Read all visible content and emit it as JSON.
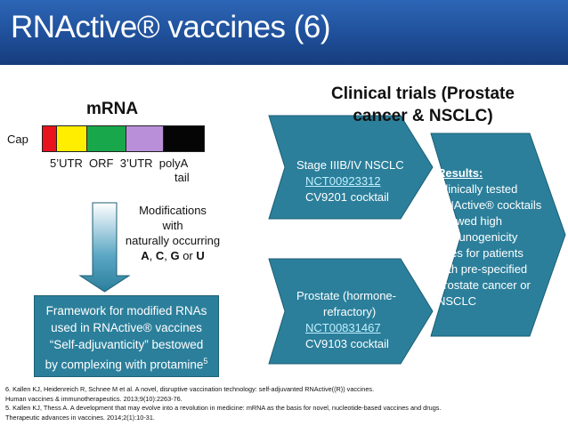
{
  "slide": {
    "title": "RNActive® vaccines (6)"
  },
  "mrna": {
    "label": "mRNA",
    "cap_label": "Cap",
    "segments": [
      {
        "name": "cap",
        "color": "#e8131d"
      },
      {
        "name": "5utr",
        "color": "#ffee00"
      },
      {
        "name": "orf",
        "color": "#18a84b"
      },
      {
        "name": "3utr",
        "color": "#b98fd9"
      },
      {
        "name": "polya",
        "color": "#050505"
      }
    ],
    "segment_labels": "5’UTR  ORF  3’UTR  polyA",
    "tail_label": "tail"
  },
  "modifications": {
    "line1": "Modifications",
    "line2": "with",
    "line3": "naturally occurring",
    "nuc_a": "A",
    "sep1": ", ",
    "nuc_c": "C",
    "sep2": ", ",
    "nuc_g": "G",
    "sep3": " or ",
    "nuc_u": "U"
  },
  "framework": {
    "line1": "Framework for modified RNAs",
    "line2": "used in RNActive® vaccines",
    "line3": "“Self-adjuvanticity” bestowed",
    "line4": "by complexing with protamine",
    "superscript": "5"
  },
  "clinical": {
    "title_line1": "Clinical trials (Prostate",
    "title_line2": "cancer & NSCLC)",
    "trial1": {
      "stage": "Stage IIIB/IV NSCLC",
      "id": "NCT00923312",
      "cocktail": "CV9201 cocktail"
    },
    "trial2": {
      "stage_line1": "Prostate (hormone-",
      "stage_line2": "refractory)",
      "id": "NCT00831467",
      "cocktail": "CV9103 cocktail"
    },
    "results": {
      "heading": "Results:",
      "body": "Clinically tested RNActive® cocktails showed high immunogenicity rates for patients with pre-specified prostate cancer or NSCLC"
    }
  },
  "colors": {
    "title_bar": "#1f4f99",
    "chevron": "#2b7f9b",
    "link": "#c0f0ff"
  },
  "references": {
    "line1": "6. Kallen KJ, Heidenreich R, Schnee M et al. A novel, disruptive vaccination technology: self-adjuvanted RNActive((R)) vaccines.",
    "line2": "Human vaccines & immunotherapeutics. 2013;9(10):2263-76.",
    "line3": "5. Kallen KJ, Thess A. A development that may evolve into a revolution in medicine: mRNA as the basis for novel, nucleotide-based vaccines and drugs.",
    "line4": "Therapeutic advances in vaccines. 2014;2(1):10-31."
  }
}
